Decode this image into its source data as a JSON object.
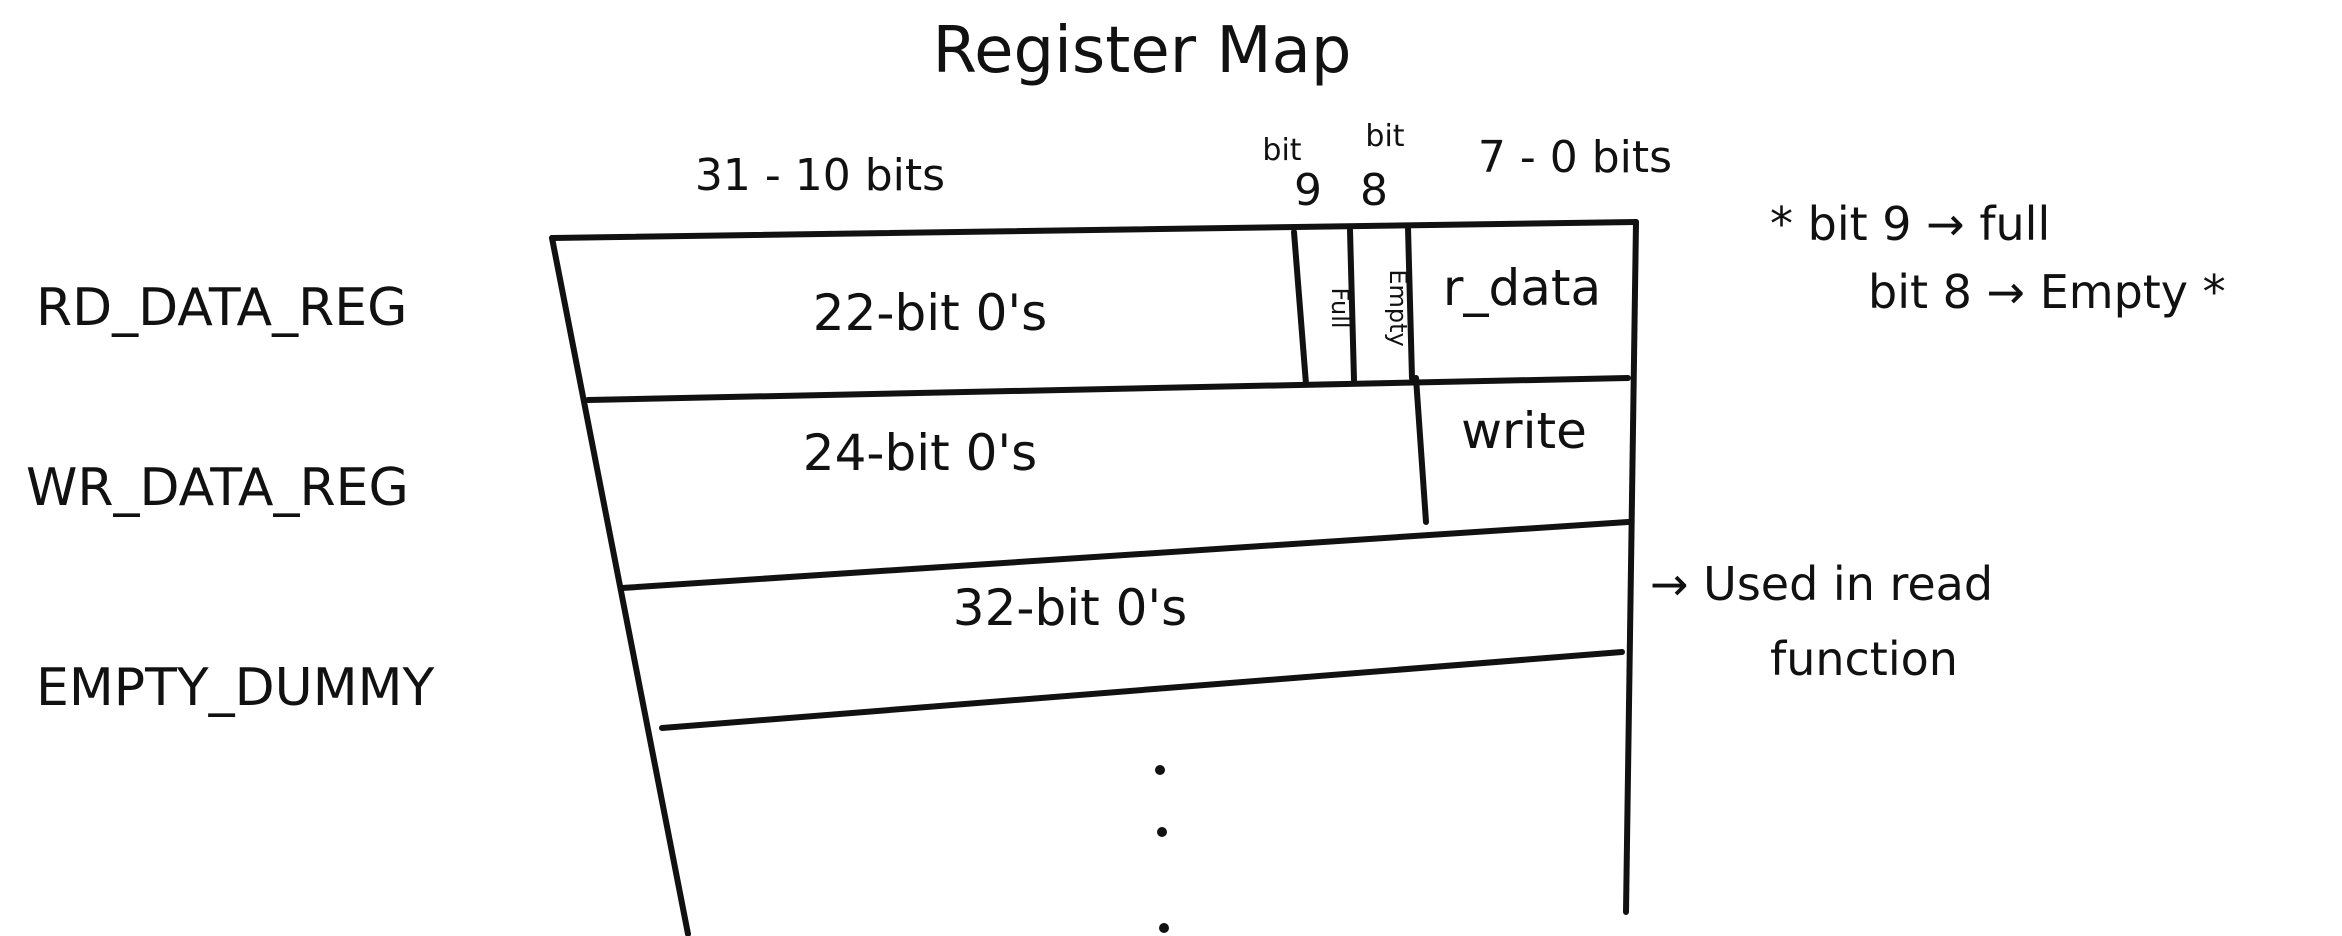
{
  "title": "Register Map",
  "headers": {
    "high_bits": "31 - 10 bits",
    "bit9_top": "bit",
    "bit9_num": "9",
    "bit8_top": "bit",
    "bit8_num": "8",
    "low_bits": "7 - 0 bits"
  },
  "registers": [
    {
      "name": "RD_DATA_REG",
      "zeros": "22-bit 0's",
      "full": "Full",
      "empty": "Empty",
      "data": "r_data"
    },
    {
      "name": "WR_DATA_REG",
      "zeros": "24-bit 0's",
      "data": "write"
    },
    {
      "name": "EMPTY_DUMMY",
      "zeros": "32-bit 0's"
    }
  ],
  "ellipsis": ". . .",
  "notes": {
    "bit9": "* bit 9 → full",
    "bit8": "bit 8 → Empty *",
    "used_arrow": "→ Used in read",
    "used_line2": "function"
  }
}
